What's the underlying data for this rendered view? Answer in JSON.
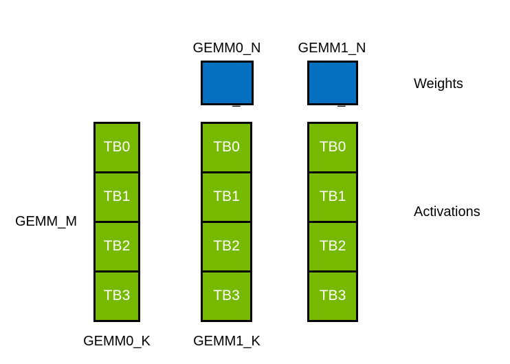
{
  "diagram": {
    "title_labels": {
      "gemm0_n_line1": "GEMM0_N",
      "gemm0_n_line2": "= TB_N",
      "gemm1_n_line1": "GEMM1_N",
      "gemm1_n_line2": "= TB_N"
    },
    "side_labels": {
      "weights": "Weights",
      "activations": "Activations",
      "gemm_m": "GEMM_M"
    },
    "bottom_labels": {
      "gemm0_k": "GEMM0_K",
      "gemm1_k": "GEMM1_K"
    },
    "colors": {
      "weight_fill": "#0570C0",
      "activation_fill": "#76B900",
      "border": "#000000",
      "background": "#ffffff",
      "cell_text": "#ffffff",
      "label_text": "#000000"
    },
    "weight_tiles": [
      {
        "name": "gemm0-weight-tile"
      },
      {
        "name": "gemm1-weight-tile"
      }
    ],
    "activation_columns": [
      {
        "name": "gemm-m-column",
        "cells": [
          "TB0",
          "TB1",
          "TB2",
          "TB3"
        ]
      },
      {
        "name": "gemm0-activation-column",
        "cells": [
          "TB0",
          "TB1",
          "TB2",
          "TB3"
        ]
      },
      {
        "name": "gemm1-activation-column",
        "cells": [
          "TB0",
          "TB1",
          "TB2",
          "TB3"
        ]
      }
    ]
  }
}
